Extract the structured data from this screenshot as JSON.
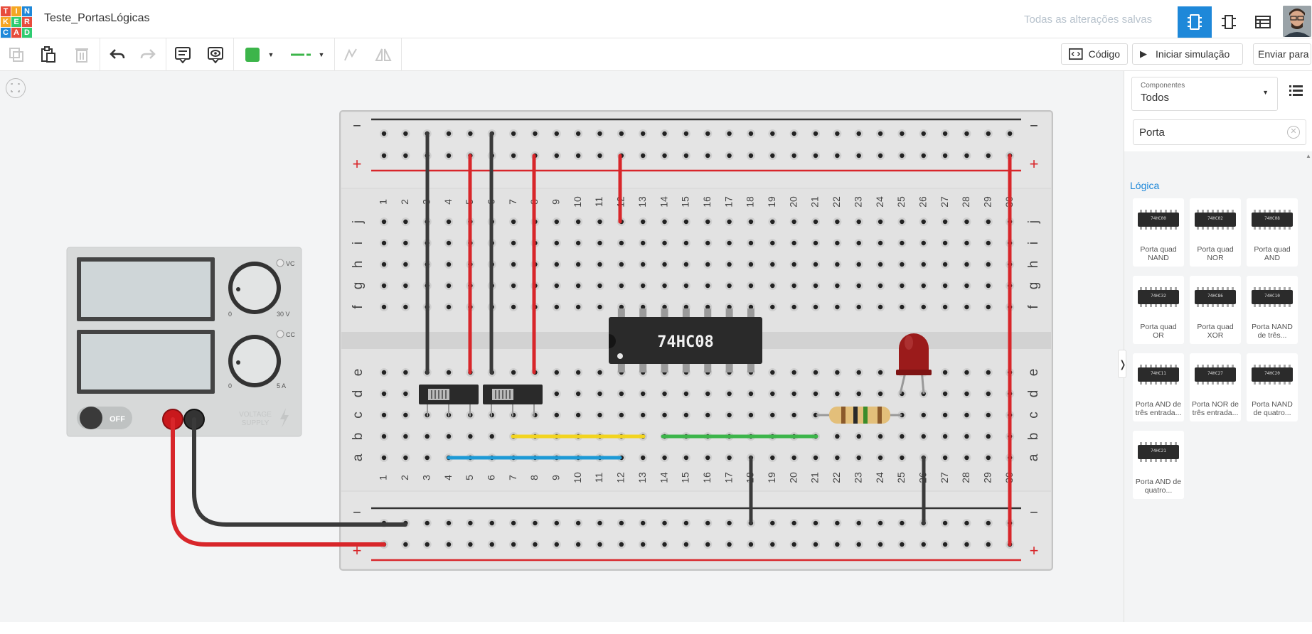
{
  "app": {
    "logo_letters": [
      "T",
      "I",
      "N",
      "K",
      "E",
      "R",
      "C",
      "A",
      "D"
    ],
    "logo_colors": [
      "#e74c3c",
      "#f5a623",
      "#1e88d9",
      "#f5a623",
      "#2ecc71",
      "#e74c3c",
      "#1e88d9",
      "#e74c3c",
      "#2ecc71"
    ],
    "title": "Teste_PortasLógicas",
    "saved_status": "Todas as alterações salvas"
  },
  "toolbar": {
    "code_label": "Código",
    "sim_label": "Iniciar simulação",
    "send_label": "Enviar para",
    "wire_color": "#3cb54a"
  },
  "panel": {
    "components_caption": "Componentes",
    "components_value": "Todos",
    "search_value": "Porta",
    "category": "Lógica",
    "items": [
      {
        "chip": "74HC00",
        "name": "Porta quad NAND"
      },
      {
        "chip": "74HC02",
        "name": "Porta quad NOR"
      },
      {
        "chip": "74HC08",
        "name": "Porta quad AND"
      },
      {
        "chip": "74HC32",
        "name": "Porta quad OR"
      },
      {
        "chip": "74HC86",
        "name": "Porta quad XOR"
      },
      {
        "chip": "74HC10",
        "name": "Porta NAND de três..."
      },
      {
        "chip": "74HC11",
        "name": "Porta AND de três entrada..."
      },
      {
        "chip": "74HC27",
        "name": "Porta NOR de três entrada..."
      },
      {
        "chip": "74HC20",
        "name": "Porta NAND de quatro..."
      },
      {
        "chip": "74HC21",
        "name": "Porta AND de quatro..."
      }
    ]
  },
  "power_supply": {
    "switch_label": "OFF",
    "vc_label": "VC",
    "cc_label": "CC",
    "v_min": "0",
    "v_max": "30 V",
    "a_min": "0",
    "a_max": "5 A",
    "brand_line1": "VOLTAGE",
    "brand_line2": "SUPPLY"
  },
  "breadboard": {
    "rail_minus": "−",
    "rail_plus": "+",
    "rows_top": [
      "j",
      "i",
      "h",
      "g",
      "f"
    ],
    "rows_bottom": [
      "e",
      "d",
      "c",
      "b",
      "a"
    ],
    "columns": [
      "1",
      "2",
      "3",
      "4",
      "5",
      "6",
      "7",
      "8",
      "9",
      "10",
      "11",
      "12",
      "13",
      "14",
      "15",
      "16",
      "17",
      "18",
      "19",
      "20",
      "21",
      "22",
      "23",
      "24",
      "25",
      "26",
      "27",
      "28",
      "29",
      "30"
    ]
  },
  "ic": {
    "label": "74HC08"
  },
  "colors": {
    "accent": "#1e88d9",
    "wire_red": "#e0262a",
    "wire_black": "#3a3a3a",
    "wire_yellow": "#f2d41f",
    "wire_green": "#3cb54a",
    "wire_blue": "#1d9ad6",
    "led": "#9b1b1b"
  }
}
